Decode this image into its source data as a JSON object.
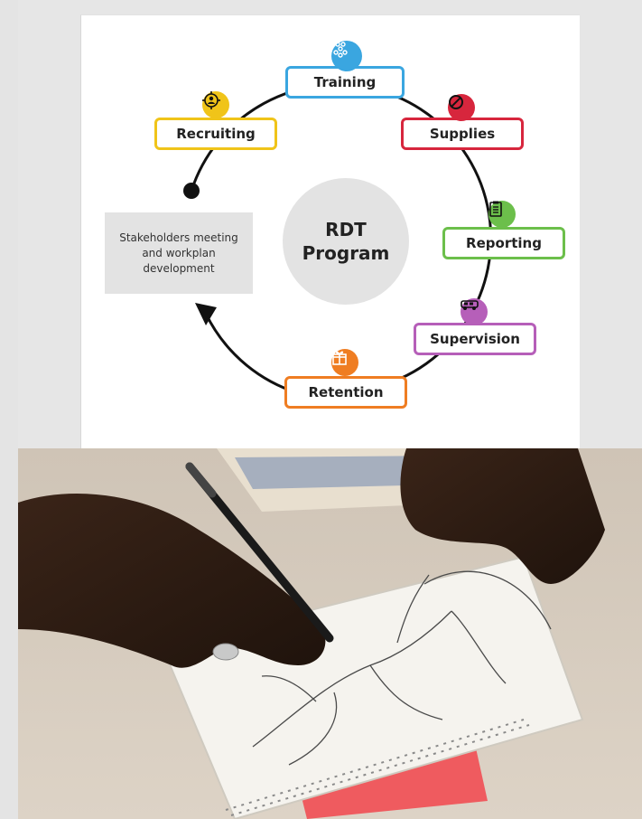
{
  "diagram": {
    "center_title_line1": "RDT",
    "center_title_line2": "Program",
    "note_text": "Stakeholders meeting and workplan development",
    "stages": [
      {
        "label": "Training",
        "color": "#3aa6e0",
        "icon": "dots-cluster-icon"
      },
      {
        "label": "Supplies",
        "color": "#d7263d",
        "icon": "prohibited-icon"
      },
      {
        "label": "Reporting",
        "color": "#6cbf4b",
        "icon": "clipboard-icon"
      },
      {
        "label": "Supervision",
        "color": "#b65fb9",
        "icon": "vehicle-icon"
      },
      {
        "label": "Retention",
        "color": "#ef7d22",
        "icon": "gift-icon"
      },
      {
        "label": "Recruiting",
        "color": "#f0c419",
        "icon": "target-person-icon"
      }
    ]
  },
  "photo": {
    "subject": "hands-drawing-map-icon"
  }
}
